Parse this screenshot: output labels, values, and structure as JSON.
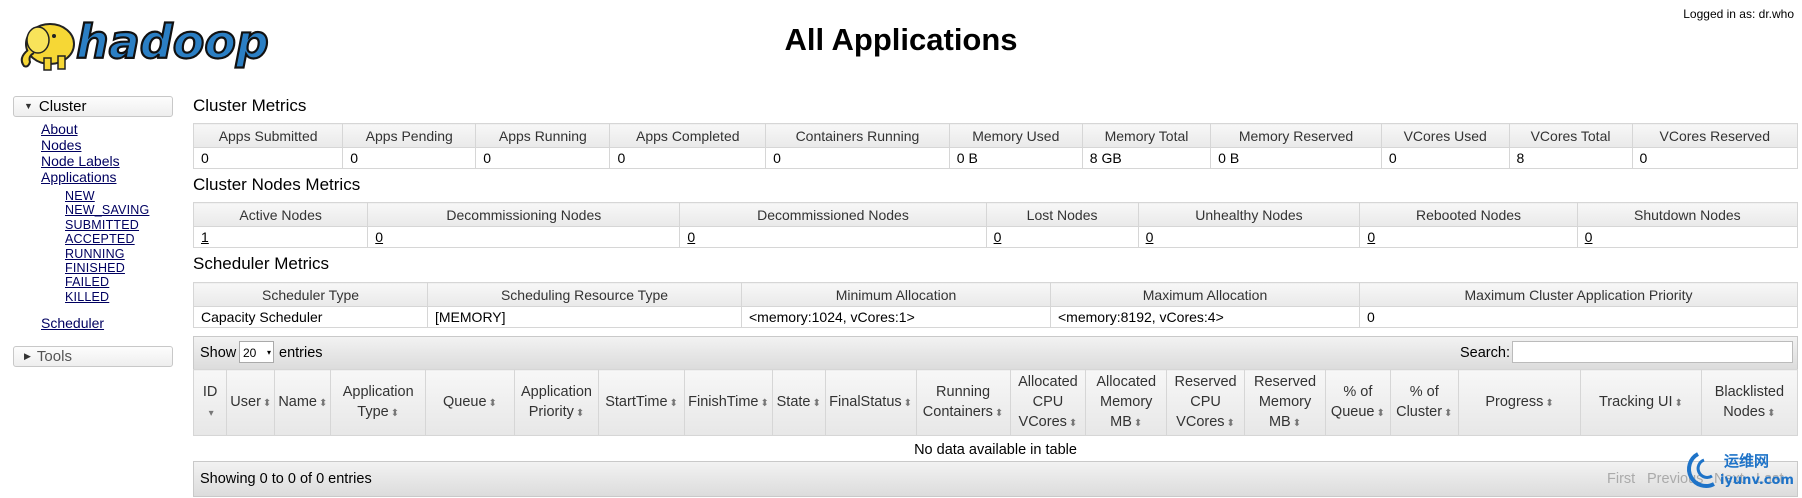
{
  "header": {
    "title": "All Applications",
    "logged_in": "Logged in as: dr.who",
    "logo_text": "hadoop"
  },
  "sidebar": {
    "cluster_label": "Cluster",
    "links": [
      "About",
      "Nodes",
      "Node Labels",
      "Applications"
    ],
    "states": [
      "NEW",
      "NEW_SAVING",
      "SUBMITTED",
      "ACCEPTED",
      "RUNNING",
      "FINISHED",
      "FAILED",
      "KILLED"
    ],
    "scheduler": "Scheduler",
    "tools_label": "Tools"
  },
  "cluster_metrics": {
    "title": "Cluster Metrics",
    "headers": [
      "Apps Submitted",
      "Apps Pending",
      "Apps Running",
      "Apps Completed",
      "Containers Running",
      "Memory Used",
      "Memory Total",
      "Memory Reserved",
      "VCores Used",
      "VCores Total",
      "VCores Reserved"
    ],
    "values": [
      "0",
      "0",
      "0",
      "0",
      "0",
      "0 B",
      "8 GB",
      "0 B",
      "0",
      "8",
      "0"
    ]
  },
  "nodes_metrics": {
    "title": "Cluster Nodes Metrics",
    "headers": [
      "Active Nodes",
      "Decommissioning Nodes",
      "Decommissioned Nodes",
      "Lost Nodes",
      "Unhealthy Nodes",
      "Rebooted Nodes",
      "Shutdown Nodes"
    ],
    "values": [
      "1",
      "0",
      "0",
      "0",
      "0",
      "0",
      "0"
    ]
  },
  "scheduler_metrics": {
    "title": "Scheduler Metrics",
    "headers": [
      "Scheduler Type",
      "Scheduling Resource Type",
      "Minimum Allocation",
      "Maximum Allocation",
      "Maximum Cluster Application Priority"
    ],
    "values": [
      "Capacity Scheduler",
      "[MEMORY]",
      "<memory:1024, vCores:1>",
      "<memory:8192, vCores:4>",
      "0"
    ]
  },
  "apps_table": {
    "show": "Show",
    "entries": "entries",
    "page_length": "20",
    "search_label": "Search:",
    "columns": [
      [
        "ID"
      ],
      [
        "User"
      ],
      [
        "Name"
      ],
      [
        "Application",
        "Type"
      ],
      [
        "Queue"
      ],
      [
        "Application",
        "Priority"
      ],
      [
        "StartTime"
      ],
      [
        "FinishTime"
      ],
      [
        "State"
      ],
      [
        "FinalStatus"
      ],
      [
        "Running",
        "Containers"
      ],
      [
        "Allocated",
        "CPU",
        "VCores"
      ],
      [
        "Allocated",
        "Memory",
        "MB"
      ],
      [
        "Reserved",
        "CPU",
        "VCores"
      ],
      [
        "Reserved",
        "Memory",
        "MB"
      ],
      [
        "% of",
        "Queue"
      ],
      [
        "% of",
        "Cluster"
      ],
      [
        "Progress"
      ],
      [
        "Tracking UI"
      ],
      [
        "Blacklisted",
        "Nodes"
      ]
    ],
    "empty": "No data available in table",
    "info": "Showing 0 to 0 of 0 entries",
    "pager": [
      "First",
      "Previous",
      "Next",
      "Last"
    ]
  },
  "watermark": {
    "line1": "运维网",
    "line2": "iyunv.com"
  },
  "colors": {
    "link": "#000060",
    "border": "#d6d6d6",
    "logo_blue": "#2b7fc4",
    "logo_yellow": "#f6d735"
  }
}
